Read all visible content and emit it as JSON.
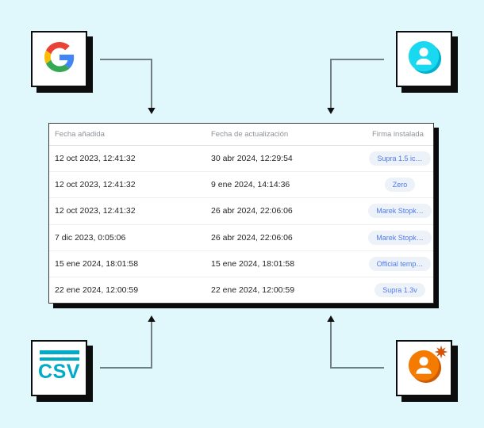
{
  "nodes": {
    "google": {
      "icon": "google-logo"
    },
    "user": {
      "icon": "user-avatar"
    },
    "csv": {
      "icon": "csv-file",
      "label": "CSV"
    },
    "user_new": {
      "icon": "user-avatar-new-with-star"
    }
  },
  "table": {
    "columns": [
      "Fecha añadida",
      "Fecha de actualización",
      "Firma instalada"
    ],
    "rows": [
      {
        "added": "12 oct 2023, 12:41:32",
        "updated": "30 abr 2024, 12:29:54",
        "signature": "Supra 1.5 ic…"
      },
      {
        "added": "12 oct 2023, 12:41:32",
        "updated": "9 ene 2024, 14:14:36",
        "signature": "Zero"
      },
      {
        "added": "12 oct 2023, 12:41:32",
        "updated": "26 abr 2024, 22:06:06",
        "signature": "Marek Stopk…"
      },
      {
        "added": "7 dic 2023, 0:05:06",
        "updated": "26 abr 2024, 22:06:06",
        "signature": "Marek Stopk…"
      },
      {
        "added": "15 ene 2024, 18:01:58",
        "updated": "15 ene 2024, 18:01:58",
        "signature": "Official temp…"
      },
      {
        "added": "22 ene 2024, 12:00:59",
        "updated": "22 ene 2024, 12:00:59",
        "signature": "Supra 1.3v"
      }
    ]
  },
  "colors": {
    "background": "#e0f8fc",
    "node_border": "#0d0d0d",
    "arrow_line": "#6f7f82",
    "csv_teal": "#00abc8",
    "user_cyan": "#18d9ef",
    "user_cyan_dark": "#00b0cc",
    "user_orange": "#f47b00",
    "user_orange_dark": "#cd5c04",
    "star_orange": "#d45207",
    "chip_text": "#4d7bf3",
    "chip_bg": "#edf1f8",
    "header_text": "#8e9399",
    "body_text": "#1f2123",
    "google_blue": "#4285F4",
    "google_red": "#EA4335",
    "google_yellow": "#FBBC05",
    "google_green": "#34A853"
  }
}
